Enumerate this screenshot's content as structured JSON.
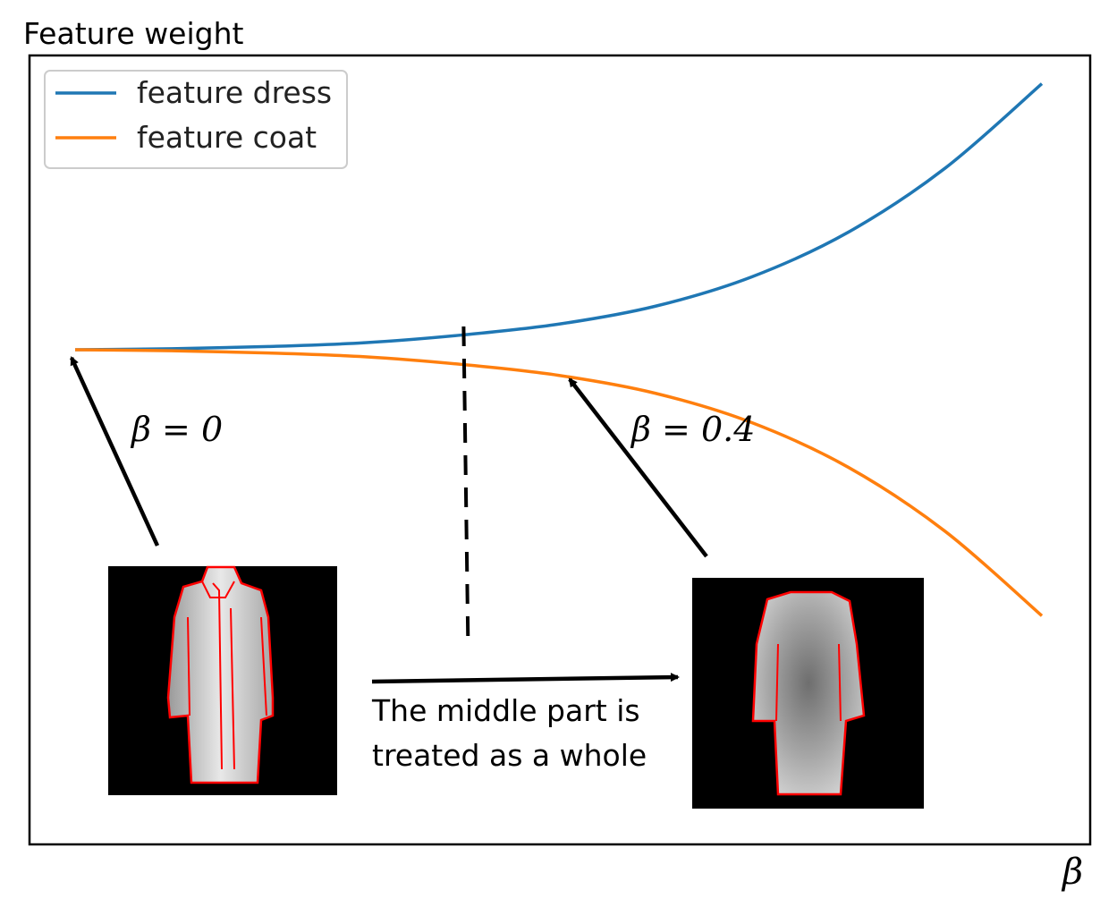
{
  "chart_data": {
    "type": "line",
    "title": "",
    "xlabel": "β",
    "ylabel": "Feature weight",
    "grid": false,
    "legend": {
      "placement": "top-left"
    },
    "x": [
      0,
      0.1,
      0.2,
      0.3,
      0.4,
      0.5,
      0.6,
      0.7,
      0.8,
      0.9,
      1.0
    ],
    "series": [
      {
        "name": "feature dress",
        "color": "#1f77b4",
        "values": [
          0.0,
          0.008,
          0.025,
          0.055,
          0.115,
          0.2,
          0.34,
          0.57,
          0.92,
          1.42,
          2.08
        ]
      },
      {
        "name": "feature coat",
        "color": "#ff7f0e",
        "values": [
          0.0,
          -0.008,
          -0.025,
          -0.055,
          -0.115,
          -0.2,
          -0.34,
          -0.57,
          -0.92,
          -1.42,
          -2.08
        ]
      }
    ],
    "xlim": [
      0,
      1.0
    ],
    "ylim": [
      -2.2,
      2.2
    ],
    "annotations": [
      {
        "text": "β = 0",
        "x": 0
      },
      {
        "text": "β = 0.4",
        "x": 0.4
      },
      {
        "text_lines": [
          "The middle part is",
          "treated as a whole"
        ]
      }
    ],
    "marker_x": 0.4
  },
  "images": {
    "left": {
      "semantic": "coat-image-many-segments"
    },
    "right": {
      "semantic": "coat-image-single-segment"
    }
  },
  "colors": {
    "outline": "#ff0000",
    "arrow": "#000000"
  }
}
